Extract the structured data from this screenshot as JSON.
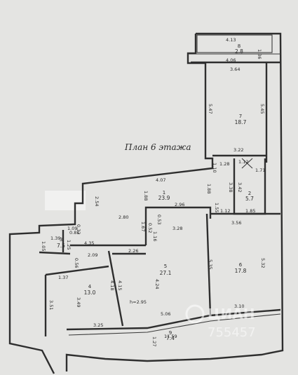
{
  "plan": {
    "title": "План 6 этажа",
    "watermark": {
      "brand": "ЦИАН",
      "id": "755457"
    },
    "height_label": "h=2.95",
    "rooms": [
      {
        "number": "1",
        "area": "23.9"
      },
      {
        "number": "2",
        "area": "5.7"
      },
      {
        "number": "3",
        "area": "7.5"
      },
      {
        "number": "4",
        "area": "13.0"
      },
      {
        "number": "5",
        "area": "27.1"
      },
      {
        "number": "6",
        "area": "17.8"
      },
      {
        "number": "7",
        "area": "18.7"
      },
      {
        "number": "8",
        "area": "2.8"
      },
      {
        "number": "9",
        "area": "7.4"
      }
    ],
    "dimensions": [
      "4.13",
      "1.36",
      "4.06",
      "3.64",
      "5.47",
      "5.45",
      "3.22",
      "1.28",
      "1.10",
      "1.12",
      "3.38",
      "3.42",
      "1.71",
      "1.85",
      "4.07",
      "1.88",
      "1.88",
      "2.96",
      "1.55",
      "1.12",
      "3.56",
      "2.54",
      "2.80",
      "1.67",
      "0.53",
      "0.52",
      "1.16",
      "3.28",
      "1.09",
      "0.32",
      "0.81",
      "1.39",
      "1.05",
      "1.25",
      "4.35",
      "2.26",
      "0.56",
      "2.09",
      "1.37",
      "3.51",
      "3.49",
      "4.18",
      "4.15",
      "4.24",
      "5.35",
      "5.32",
      "5.06",
      "3.10",
      "3.25",
      "1.27",
      "11.59"
    ]
  }
}
